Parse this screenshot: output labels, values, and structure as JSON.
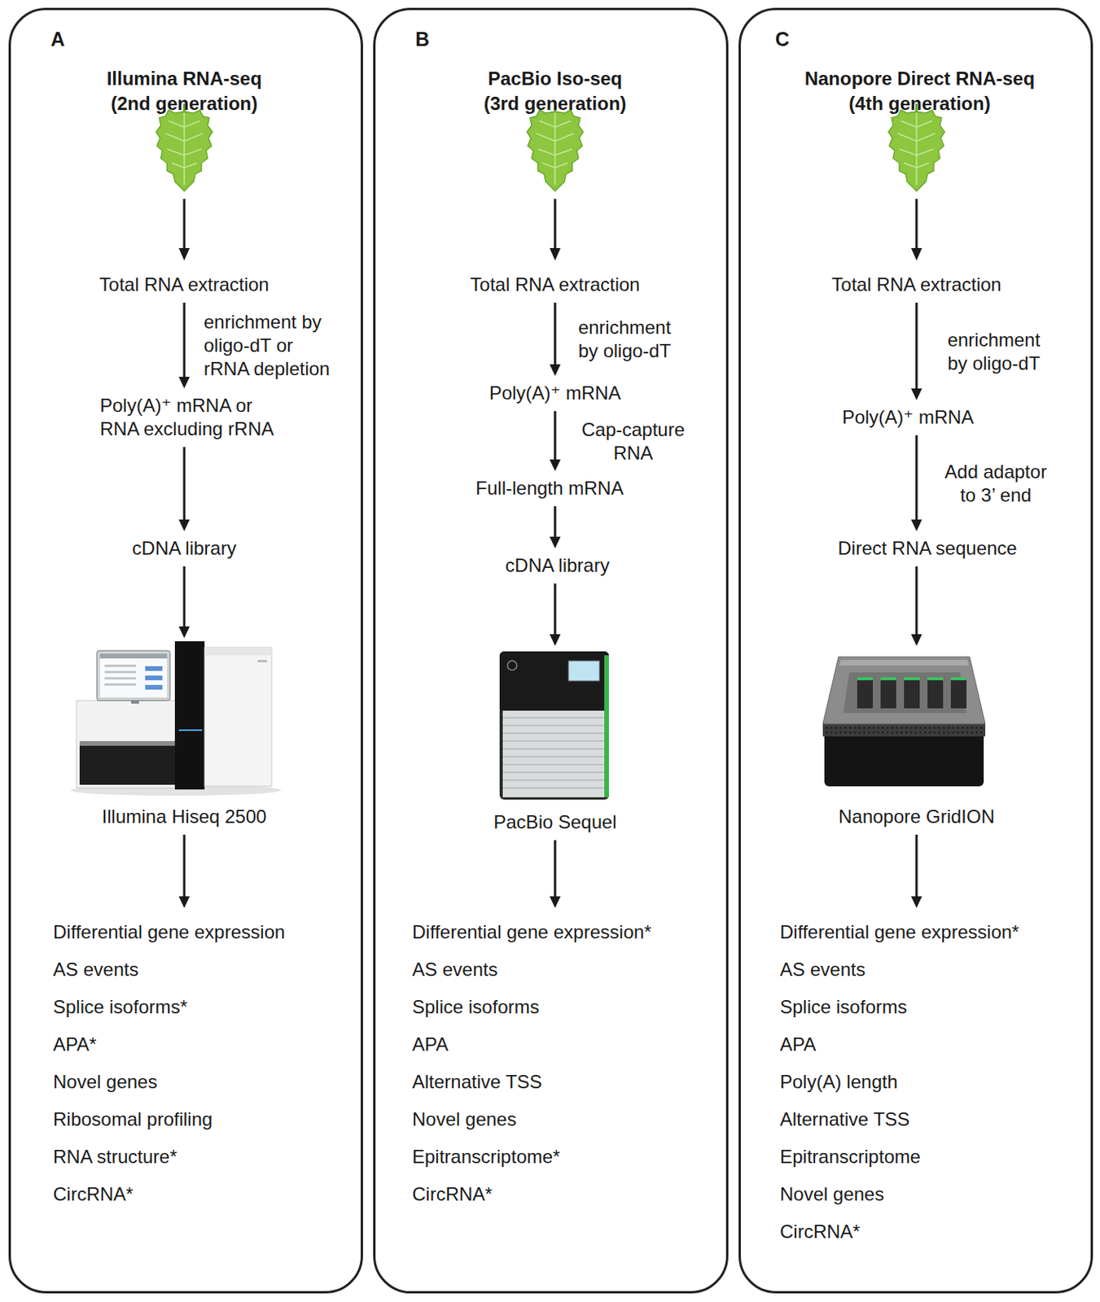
{
  "diagram": {
    "nodes": [
      {
        "text": [
          "A",
          "Illumina RNA-seq (2nd generation)"
        ]
      },
      {
        "text": [
          "Total RNA extraction"
        ],
        "in": 0
      },
      {
        "text": [
          "Poly(A)⁺ mRNA or RNA excluding rRNA"
        ],
        "in": 0
      },
      {
        "text": [
          "cDNA library"
        ],
        "in": 0
      },
      {
        "text": [
          "Illumina Hiseq 2500"
        ],
        "in": 0
      },
      {
        "text": [
          "Differential gene expression",
          "AS events",
          "Splice isoforms*",
          "APA*",
          "Novel genes",
          "Ribosomal profiling",
          "RNA structure*",
          "CircRNA*"
        ],
        "in": 0
      },
      {
        "text": [
          "B",
          "PacBio Iso-seq (3rd generation)"
        ]
      },
      {
        "text": [
          "Total RNA extraction"
        ],
        "in": 6
      },
      {
        "text": [
          "Poly(A)⁺ mRNA"
        ],
        "in": 6
      },
      {
        "text": [
          "Full-length mRNA"
        ],
        "in": 6
      },
      {
        "text": [
          "cDNA library"
        ],
        "in": 6
      },
      {
        "text": [
          "PacBio Sequel"
        ],
        "in": 6
      },
      {
        "text": [
          "Differential gene expression*",
          "AS events",
          "Splice isoforms",
          "APA",
          "Alternative TSS",
          "Novel genes",
          "Epitranscriptome*",
          "CircRNA*"
        ],
        "in": 6
      },
      {
        "text": [
          "C",
          "Nanopore Direct RNA-seq (4th generation)"
        ]
      },
      {
        "text": [
          "Total RNA extraction"
        ],
        "in": 13
      },
      {
        "text": [
          "Poly(A)⁺ mRNA"
        ],
        "in": 13
      },
      {
        "text": [
          "Direct RNA sequence"
        ],
        "in": 13
      },
      {
        "text": [
          "Nanopore GridION"
        ],
        "in": 13
      },
      {
        "text": [
          "Differential gene expression*",
          "AS events",
          "Splice isoforms",
          "APA",
          "Poly(A) length",
          "Alternative TSS",
          "Epitranscriptome",
          "Novel genes",
          "CircRNA*"
        ],
        "in": 13
      }
    ],
    "edges": [
      {
        "from": 1,
        "to": 2,
        "label": "enrichment by oligo-dT or rRNA depletion",
        "arrow": "to"
      },
      {
        "from": 2,
        "to": 3,
        "arrow": "to"
      },
      {
        "from": 3,
        "to": 4,
        "arrow": "to"
      },
      {
        "from": 4,
        "to": 5,
        "arrow": "to"
      },
      {
        "from": 7,
        "to": 8,
        "label": "enrichment by oligo-dT",
        "arrow": "to"
      },
      {
        "from": 8,
        "to": 9,
        "label": "Cap-capture RNA",
        "arrow": "to"
      },
      {
        "from": 9,
        "to": 10,
        "arrow": "to"
      },
      {
        "from": 10,
        "to": 11,
        "arrow": "to"
      },
      {
        "from": 11,
        "to": 12,
        "arrow": "to"
      },
      {
        "from": 14,
        "to": 15,
        "label": "enrichment by oligo-dT",
        "arrow": "to"
      },
      {
        "from": 15,
        "to": 16,
        "label": "Add adaptor to 3’ end",
        "arrow": "to"
      },
      {
        "from": 16,
        "to": 17,
        "arrow": "to"
      },
      {
        "from": 17,
        "to": 18,
        "arrow": "to"
      }
    ]
  }
}
